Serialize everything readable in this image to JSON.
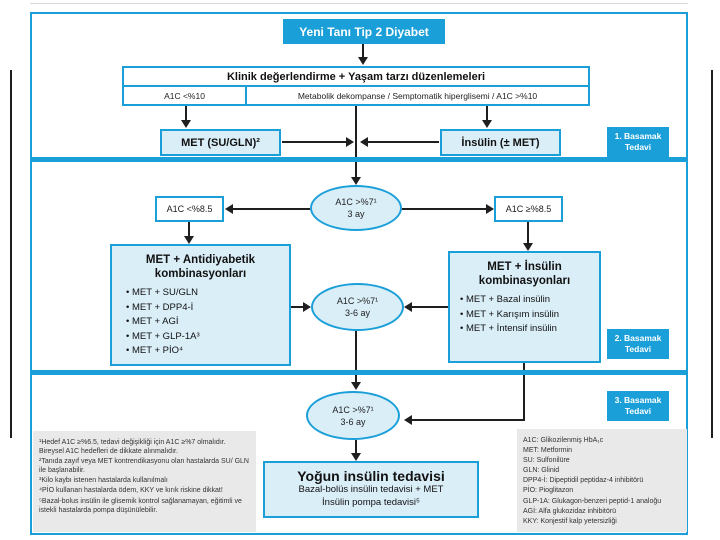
{
  "colors": {
    "accent": "#1B9FD9",
    "light_blue": "#DAEEF8",
    "panel_gray": "#E9E9E9"
  },
  "title": "Yeni Tanı Tip 2 Diyabet",
  "clinical_box": {
    "header": "Klinik değerlendirme + Yaşam tarzı düzenlemeleri",
    "left_cell": "A1C <%10",
    "right_cell": "Metabolik dekompanse / Semptomatik hiperglisemi / A1C >%10"
  },
  "step1": {
    "met_box": "MET (SU/GLN)²",
    "insulin_box": "İnsülin (± MET)",
    "stage_label": {
      "line1": "1. Basamak",
      "line2": "Tedavi"
    }
  },
  "step2": {
    "decision1": {
      "line1": "A1C >%7¹",
      "line2": "3 ay"
    },
    "left_branch": "A1C <%8.5",
    "right_branch": "A1C ≥%8.5",
    "left_box": {
      "title1": "MET + Antidiyabetik",
      "title2": "kombinasyonları",
      "items": [
        "MET + SU/GLN",
        "MET + DPP4-İ",
        "MET + AGİ",
        "MET + GLP-1A³",
        "MET + PİO⁴"
      ]
    },
    "right_box": {
      "title1": "MET + İnsülin",
      "title2": "kombinasyonları",
      "items": [
        "MET + Bazal insülin",
        "MET + Karışım insülin",
        "MET + İntensif insülin"
      ]
    },
    "decision2": {
      "line1": "A1C >%7¹",
      "line2": "3-6 ay"
    },
    "stage_label": {
      "line1": "2. Basamak",
      "line2": "Tedavi"
    }
  },
  "step3": {
    "decision": {
      "line1": "A1C >%7¹",
      "line2": "3-6 ay"
    },
    "stage_label": {
      "line1": "3. Basamak",
      "line2": "Tedavi"
    },
    "treatment": {
      "title": "Yoğun insülin tedavisi",
      "line1": "Bazal-bolüs insülin tedavisi + MET",
      "line2": "İnsülin pompa tedavisi⁵"
    }
  },
  "footnotes": [
    "¹Hedef A1C ≥%6.5, tedavi değişikliği için A1C ≥%7 olmalıdır. Bireysel A1C hedefleri de dikkate alınmalıdır.",
    "²Tanıda zayıf veya MET kontrendikasyonu olan hastalarda SU/ GLN ile başlanabilir.",
    "³Kilo kaybı istenen hastalarda kullanılmalı",
    "⁴PİO kullanan hastalarda ödem, KKY ve kırık riskine dikkat!",
    "⁵Bazal-bolus insülin ile glisemik kontrol sağlanamayan, eğitimli ve istekli hastalarda pompa düşünülebilir."
  ],
  "abbreviations": [
    "A1C: Glikozilenmiş HbA₁c",
    "MET: Metformin",
    "SU: Sulfonilüre",
    "GLN: Glinid",
    "DPP4-İ: Dipeptidil peptidaz-4 inhibitörü",
    "PİO: Pioglitazon",
    "GLP-1A: Glukagon-benzeri peptid-1 analoğu",
    "AGİ: Alfa glukozidaz inhibitörü",
    "KKY: Konjestif kalp yetersizliği"
  ]
}
